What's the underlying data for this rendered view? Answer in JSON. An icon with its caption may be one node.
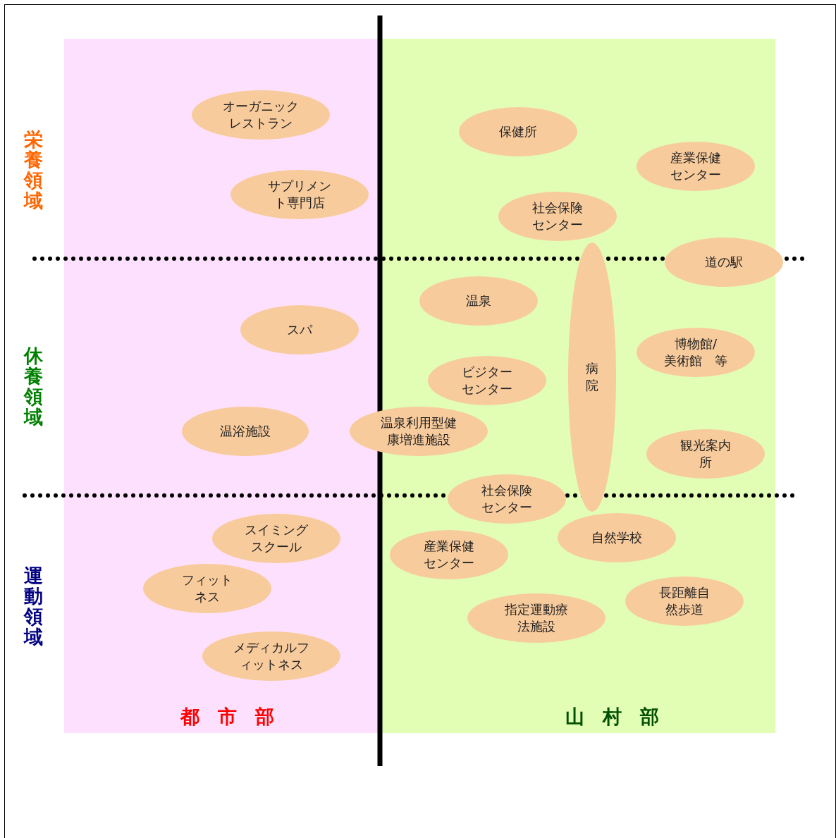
{
  "diagram": {
    "nodes": [
      {
        "text": [
          "都市部"
        ]
      },
      {
        "text": [
          "山村部"
        ]
      },
      {
        "text": [
          "オーガニックレストラン"
        ],
        "in": 0
      },
      {
        "text": [
          "保健所"
        ],
        "in": 1
      },
      {
        "text": [
          "産業保健センター"
        ],
        "in": 1
      },
      {
        "text": [
          "サプリメント専門店"
        ],
        "in": 0
      },
      {
        "text": [
          "社会保険センター"
        ],
        "in": 1
      },
      {
        "text": [
          "道の駅"
        ],
        "in": 1
      },
      {
        "text": [
          "温泉"
        ],
        "in": 1
      },
      {
        "text": [
          "スパ"
        ],
        "in": 0
      },
      {
        "text": [
          "博物館/美術館　等"
        ],
        "in": 1
      },
      {
        "text": [
          "ビジターセンター"
        ],
        "in": 1
      },
      {
        "text": [
          "病院"
        ],
        "in": 1
      },
      {
        "text": [
          "温浴施設"
        ],
        "in": 0
      },
      {
        "text": [
          "温泉利用型健康増進施設"
        ]
      },
      {
        "text": [
          "観光案内所"
        ],
        "in": 1
      },
      {
        "text": [
          "社会保険センター"
        ],
        "in": 1
      },
      {
        "text": [
          "スイミングスクール"
        ],
        "in": 0
      },
      {
        "text": [
          "自然学校"
        ],
        "in": 1
      },
      {
        "text": [
          "産業保健センター"
        ],
        "in": 1
      },
      {
        "text": [
          "フィットネス"
        ],
        "in": 0
      },
      {
        "text": [
          "長距離自然歩道"
        ],
        "in": 1
      },
      {
        "text": [
          "指定運動療法施設"
        ],
        "in": 1
      },
      {
        "text": [
          "メディカルフィットネス"
        ],
        "in": 0
      }
    ],
    "edges": [],
    "labels": [
      "栄養領域",
      "休養領域",
      "運動領域"
    ]
  }
}
